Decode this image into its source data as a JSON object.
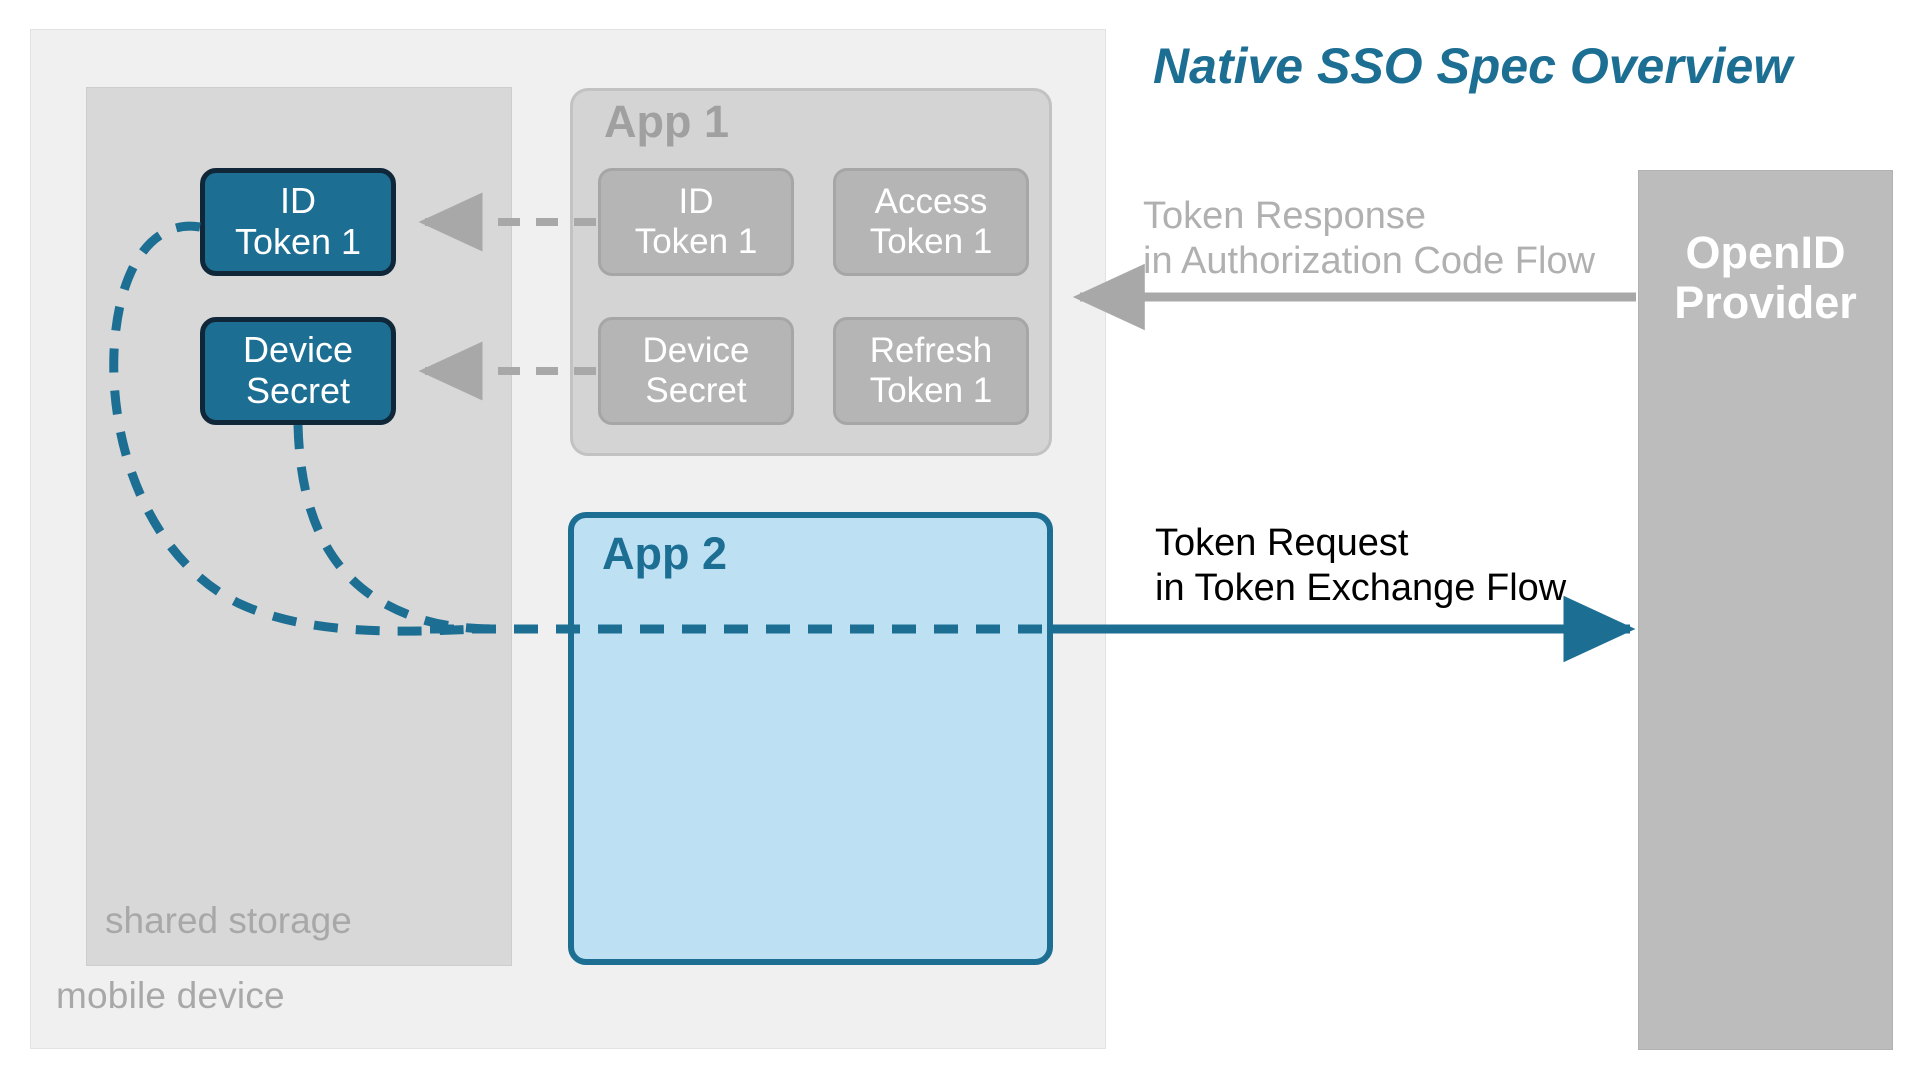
{
  "page": {
    "title": "Native SSO Spec Overview",
    "accent_color": "#1c6e93",
    "token_box_color": "#1c6e93",
    "token_border_color": "#10273a",
    "app2_fill_color": "#bde0f3",
    "muted_gray": "#b0b0b0",
    "app1_fill_color": "#d4d4d4",
    "shared_storage_color": "#d8d8d8",
    "mobile_device_color": "#f0f0f0",
    "op_fill_color": "#bcbcbc"
  },
  "mobile_device": {
    "label": "mobile device",
    "shared_storage": {
      "label": "shared storage",
      "tokens": [
        {
          "line1": "ID",
          "line2": "Token 1",
          "name": "id-token-1"
        },
        {
          "line1": "Device",
          "line2": "Secret",
          "name": "device-secret"
        }
      ]
    },
    "app1": {
      "title": "App 1",
      "tokens": [
        {
          "line1": "ID",
          "line2": "Token 1"
        },
        {
          "line1": "Access",
          "line2": "Token 1"
        },
        {
          "line1": "Device",
          "line2": "Secret"
        },
        {
          "line1": "Refresh",
          "line2": "Token 1"
        }
      ]
    },
    "app2": {
      "title": "App 2"
    }
  },
  "provider": {
    "line1": "OpenID",
    "line2": "Provider"
  },
  "flows": [
    {
      "name": "token-response",
      "line1": "Token Response",
      "line2": "in Authorization Code Flow",
      "direction": "left",
      "style": "solid",
      "color": "#a8a8a8"
    },
    {
      "name": "token-request",
      "line1": "Token Request",
      "line2": "in Token Exchange Flow",
      "direction": "right",
      "style": "solid",
      "color": "#1c6e93"
    }
  ],
  "connectors": [
    {
      "name": "app1-id-token-to-storage",
      "style": "dashed",
      "color": "#a8a8a8",
      "direction": "left"
    },
    {
      "name": "app1-device-secret-to-storage",
      "style": "dashed",
      "color": "#a8a8a8",
      "direction": "left"
    },
    {
      "name": "storage-id-token-to-app2",
      "style": "dashed",
      "color": "#1c6e93"
    },
    {
      "name": "storage-device-secret-to-app2",
      "style": "dashed",
      "color": "#1c6e93"
    }
  ]
}
